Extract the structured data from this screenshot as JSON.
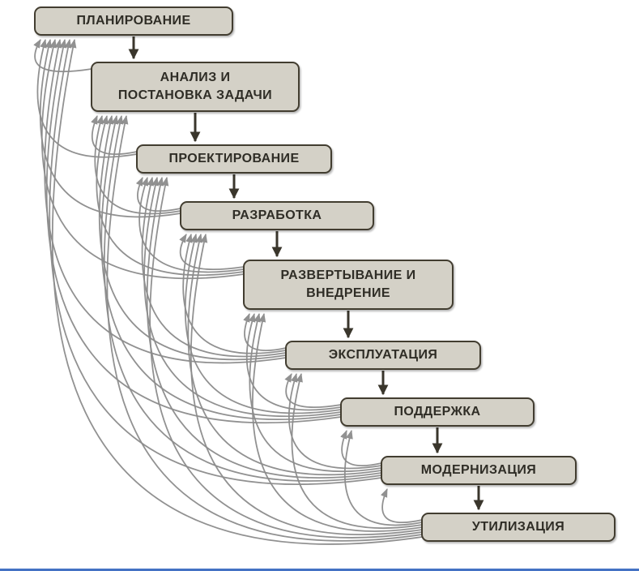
{
  "diagram": {
    "type": "flowchart",
    "nodes": [
      {
        "id": 1,
        "label": "ПЛАНИРОВАНИЕ"
      },
      {
        "id": 2,
        "label": "АНАЛИЗ И\nПОСТАНОВКА ЗАДАЧИ"
      },
      {
        "id": 3,
        "label": "ПРОЕКТИРОВАНИЕ"
      },
      {
        "id": 4,
        "label": "РАЗРАБОТКА"
      },
      {
        "id": 5,
        "label": "РАЗВЕРТЫВАНИЕ И\nВНЕДРЕНИЕ"
      },
      {
        "id": 6,
        "label": "ЭКСПЛУАТАЦИЯ"
      },
      {
        "id": 7,
        "label": "ПОДДЕРЖКА"
      },
      {
        "id": 8,
        "label": "МОДЕРНИЗАЦИЯ"
      },
      {
        "id": 9,
        "label": "УТИЛИЗАЦИЯ"
      }
    ],
    "forward_edges": [
      [
        1,
        2
      ],
      [
        2,
        3
      ],
      [
        3,
        4
      ],
      [
        4,
        5
      ],
      [
        5,
        6
      ],
      [
        6,
        7
      ],
      [
        7,
        8
      ],
      [
        8,
        9
      ]
    ],
    "feedback_edges": [
      [
        2,
        1
      ],
      [
        3,
        1
      ],
      [
        3,
        2
      ],
      [
        4,
        1
      ],
      [
        4,
        2
      ],
      [
        4,
        3
      ],
      [
        5,
        1
      ],
      [
        5,
        2
      ],
      [
        5,
        3
      ],
      [
        5,
        4
      ],
      [
        6,
        1
      ],
      [
        6,
        2
      ],
      [
        6,
        3
      ],
      [
        6,
        4
      ],
      [
        6,
        5
      ],
      [
        7,
        1
      ],
      [
        7,
        2
      ],
      [
        7,
        3
      ],
      [
        7,
        4
      ],
      [
        7,
        5
      ],
      [
        7,
        6
      ],
      [
        8,
        1
      ],
      [
        8,
        2
      ],
      [
        8,
        3
      ],
      [
        8,
        4
      ],
      [
        8,
        5
      ],
      [
        8,
        6
      ],
      [
        8,
        7
      ],
      [
        9,
        1
      ],
      [
        9,
        2
      ],
      [
        9,
        3
      ],
      [
        9,
        4
      ],
      [
        9,
        5
      ],
      [
        9,
        6
      ],
      [
        9,
        7
      ],
      [
        9,
        8
      ]
    ],
    "colors": {
      "node_fill": "#d4d1c7",
      "node_border": "#423d30",
      "node_text": "#2f2d26",
      "forward_arrow": "#3a362c",
      "feedback_arrow": "#8c8c8c",
      "baseline": "#4472c4"
    }
  }
}
